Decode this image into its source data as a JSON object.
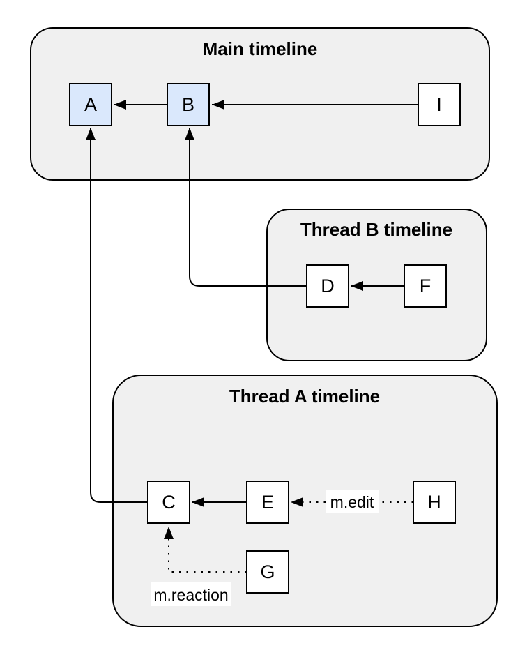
{
  "containers": [
    {
      "title": "Main timeline"
    },
    {
      "title": "Thread B timeline"
    },
    {
      "title": "Thread A timeline"
    }
  ],
  "nodes": [
    {
      "label": "A",
      "highlighted": true
    },
    {
      "label": "B",
      "highlighted": true
    },
    {
      "label": "I",
      "highlighted": false
    },
    {
      "label": "D",
      "highlighted": false
    },
    {
      "label": "F",
      "highlighted": false
    },
    {
      "label": "C",
      "highlighted": false
    },
    {
      "label": "E",
      "highlighted": false
    },
    {
      "label": "H",
      "highlighted": false
    },
    {
      "label": "G",
      "highlighted": false
    }
  ],
  "edge_labels": {
    "edit": "m.edit",
    "reaction": "m.reaction"
  },
  "edges": [
    {
      "from": "B",
      "to": "A",
      "style": "solid",
      "label": ""
    },
    {
      "from": "I",
      "to": "B",
      "style": "solid",
      "label": ""
    },
    {
      "from": "F",
      "to": "D",
      "style": "solid",
      "label": ""
    },
    {
      "from": "D",
      "to": "B",
      "style": "solid",
      "label": ""
    },
    {
      "from": "E",
      "to": "C",
      "style": "solid",
      "label": ""
    },
    {
      "from": "C",
      "to": "A",
      "style": "solid",
      "label": ""
    },
    {
      "from": "H",
      "to": "E",
      "style": "dotted",
      "label": "m.edit"
    },
    {
      "from": "G",
      "to": "C",
      "style": "dotted",
      "label": "m.reaction"
    }
  ],
  "colors": {
    "container_fill": "#f0f0f0",
    "node_fill": "#ffffff",
    "node_highlight_fill": "#dae8fc",
    "stroke": "#000000",
    "label_bg": "#ffffff"
  }
}
